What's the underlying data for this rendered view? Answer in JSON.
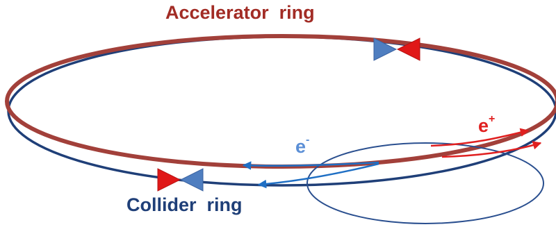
{
  "labels": {
    "accelerator_ring": "Accelerator  ring",
    "collider_ring": "Collider  ring",
    "electron": "e",
    "electron_sup": "-",
    "positron": "e",
    "positron_sup": "+"
  },
  "colors": {
    "accelerator_ring": "#a2403a",
    "collider_ring": "#1f3f78",
    "accelerator_label": "#a22c25",
    "collider_label": "#1f3f78",
    "electron": "#5b8fd6",
    "electron_arrow": "#1f6fc4",
    "positron": "#e02020",
    "magnet_blue": "#4f7ec0",
    "magnet_red": "#e01818"
  },
  "icons": [
    "bowtie-magnet-icon",
    "bowtie-magnet-icon"
  ]
}
